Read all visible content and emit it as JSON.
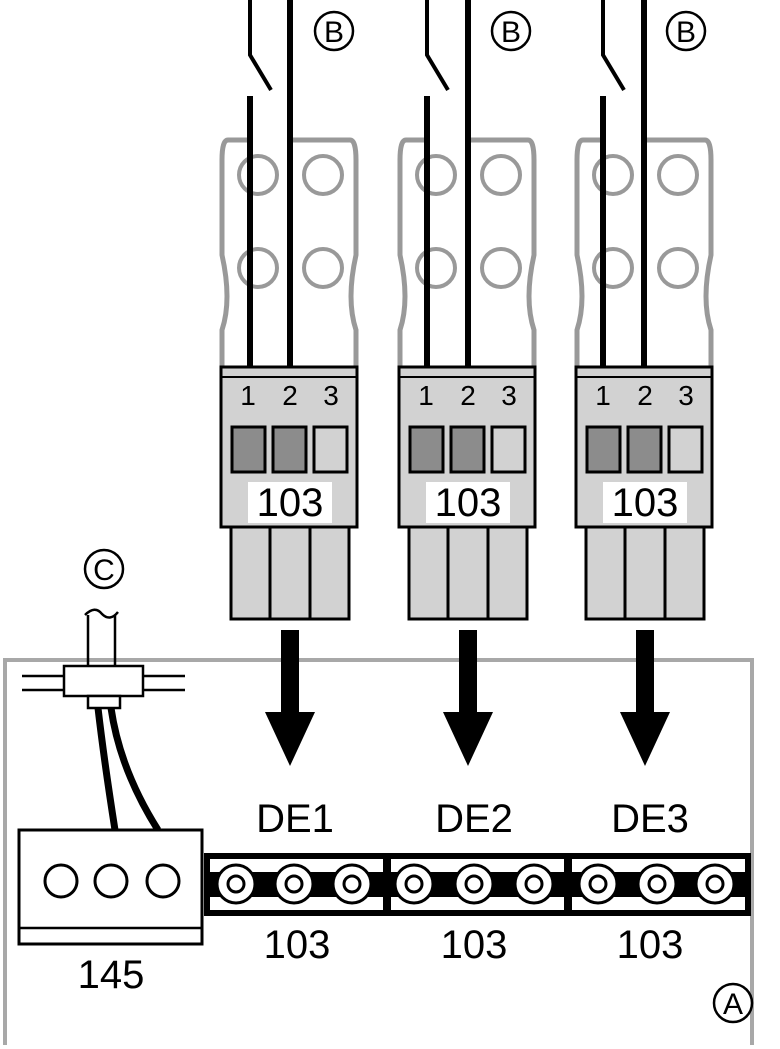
{
  "diagram": {
    "connectors": [
      {
        "callout": "B",
        "pins": [
          "1",
          "2",
          "3"
        ],
        "code": "103",
        "target": "DE1"
      },
      {
        "callout": "B",
        "pins": [
          "1",
          "2",
          "3"
        ],
        "code": "103",
        "target": "DE2"
      },
      {
        "callout": "B",
        "pins": [
          "1",
          "2",
          "3"
        ],
        "code": "103",
        "target": "DE3"
      }
    ],
    "cable_callout": "C",
    "board_callout": "A",
    "terminal_block": {
      "code": "145"
    },
    "board_terminals": [
      {
        "label": "DE1",
        "code": "103"
      },
      {
        "label": "DE2",
        "code": "103"
      },
      {
        "label": "DE3",
        "code": "103"
      }
    ],
    "colors": {
      "line": "#000000",
      "housing": "#999999",
      "connector_fill": "#d2d2d2",
      "pin_fill": "#8c8c8c",
      "board_outline": "#a8a8a8"
    }
  }
}
